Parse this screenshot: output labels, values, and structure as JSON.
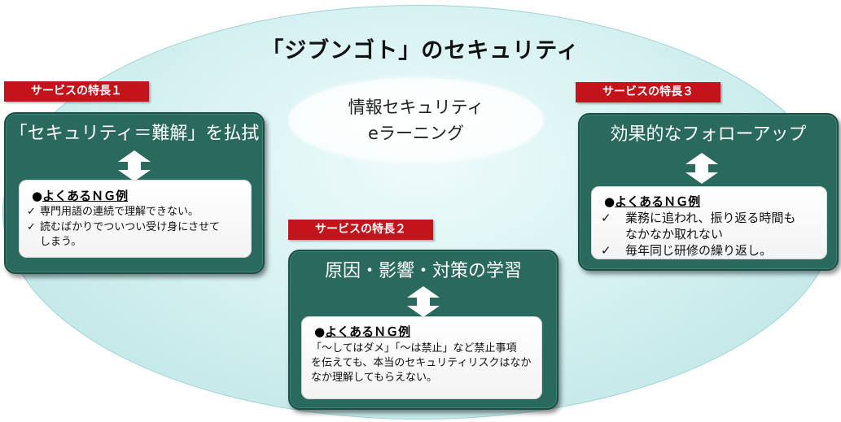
{
  "main_title": "「ジブンゴト」のセキュリティ",
  "center": {
    "line1": "情報セキュリティ",
    "line2": "eラーニング"
  },
  "features": [
    {
      "badge": "サービスの特長１",
      "title": "「セキュリティ＝難解」を払拭",
      "ng_heading": "よくあるＮＧ例",
      "items": [
        {
          "lines": [
            "専門用語の連続で理解できない。"
          ]
        },
        {
          "lines": [
            "読むばかりでついつい受け身にさせて",
            "しまう。"
          ]
        }
      ]
    },
    {
      "badge": "サービスの特長２",
      "title": "原因・影響・対策の学習",
      "ng_heading": "よくあるＮＧ例",
      "text_lines": [
        "「～してはダメ」「～は禁止」など禁止事項",
        "を伝えても、本当のセキュリティリスクはなか",
        "なか理解してもらえない。"
      ]
    },
    {
      "badge": "サービスの特長３",
      "title": "効果的なフォローアップ",
      "ng_heading": "よくあるＮＧ例",
      "items": [
        {
          "lines": [
            "業務に追われ、振り返る時間も",
            "なかなか取れない"
          ]
        },
        {
          "lines": [
            "毎年同じ研修の繰り返し。"
          ]
        }
      ]
    }
  ],
  "symbols": {
    "bullet": "●",
    "check": "✓"
  },
  "colors": {
    "badge_red": "#c4131b",
    "card_green": "#2a6a5e",
    "ellipse_teal": "#c9ecec"
  }
}
